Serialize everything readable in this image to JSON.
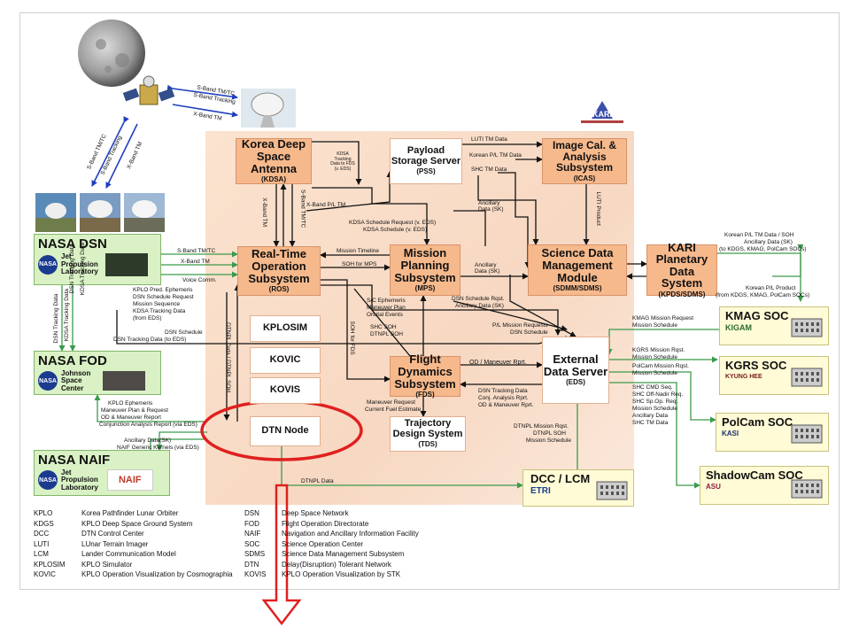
{
  "colors": {
    "orange_box": "#f6b98c",
    "kari_background": "#f9dcc8",
    "nasa_box": "#d9f1c4",
    "soc_box": "#fffbd6",
    "highlight_ellipse": "#e0201f",
    "export_arrow": "#e0201f"
  },
  "icons": [
    "moon-image",
    "kplo-spacecraft-image",
    "kari-logo",
    "deep-space-antenna-image",
    "nasa-logo",
    "naif-logo",
    "kmag-logo",
    "khu-logo",
    "kasi-logo",
    "asu-logo",
    "etri-logo",
    "building-icon"
  ],
  "kari_logo_text": "KARI",
  "links": {
    "sband_tmtc_top": "S-Band TM/TC",
    "sband_tracking_top": "S-Band Tracking",
    "xband_tm_top": "X-Band TM",
    "sband_tmtc_diag": "S-Band TM/TC",
    "sband_tracking_diag": "S-Band Tracking",
    "xband_tm_diag": "X-Band TM",
    "luti_tm_data": "LUTI TM Data",
    "korean_pl_tm_data": "Korean P/L TM Data",
    "shc_tm_data": "SHC TM Data",
    "kdsa_tracking": "KDSA Tracking Data to FDS (v. EDS)",
    "xband_tm_vert": "X-Band TM",
    "sband_tmtc_vert": "S-Band TM/TC",
    "xband_pl_tm": "X-Band P/L TM",
    "ancillary_data_sk_1": "Ancillary Data (SK)",
    "luti_product": "LUTI Product",
    "kdsa_schedule_request": "KDSA Schedule Request (v. EDS)",
    "kdsa_schedule": "KDSA Schedule (v. EDS)",
    "mission_timeline": "Mission Timeline",
    "soh_for_mps": "SOH for MPS",
    "ancillary_data_sk_2": "Ancillary Data (SK)",
    "sband_tmtc_dsn": "S-Band TM/TC",
    "xband_tm_dsn": "X-Band TM",
    "voice_comm": "Voice Comm.",
    "kplo_pred_ephemeris": "KPLO Pred. Ephemeris",
    "dsn_schedule_request": "DSN Schedule Request",
    "mission_sequence": "Mission Sequence",
    "kdsa_tracking_data": "KDSA Tracking Data",
    "from_eds": "(from EDS)",
    "dsn_schedule": "DSN Schedule",
    "dsn_tracking_data_to_eds": "DSN Tracking Data (to EDS)",
    "dsn_schedule_rqst": "DSN Schedule Rqst.",
    "ancillary_data_sk_3": "Ancillary Data (SK)",
    "sc_ephemeris": "S/C Ephemeris",
    "maneuver_plan": "Maneuver Plan",
    "orbital_events": "Orbital Events",
    "pl_mission_requests": "P/L Mission Requests",
    "dsn_schedule_2": "DSN Schedule",
    "shc_soh": "SHC SOH",
    "dtnpl_soh": "DTNPL SOH",
    "soh_for_fds": "SOH for FDS",
    "dtnpl_data_dtnpl_soh": "DTNPL Data / DTNPL SOH",
    "od_maneuver_rprt": "OD / Maneuver Rprt.",
    "dsn_tracking_data": "DSN Tracking Data",
    "conj_analysis_rprt": "Conj. Analysis Rprt.",
    "od_maneuver_rprt_2": "OD & Maneuver Rprt.",
    "maneuver_request": "Maneuver Request",
    "current_fuel_estimate": "Current Fuel Estimate",
    "dsn_tracking_data_vert": "DSN Tracking Data",
    "kdsa_tracking_data_vert": "KDSA Tracking Data",
    "kplo_ephemeris": "KPLO Ephemeris",
    "maneuver_plan_request": "Maneuver Plan & Request",
    "od_maneuver_report": "OD & Maneuver Report",
    "conj_analysis_report": "Conjunction Analysis Report (via EDS)",
    "ancillary_data_sk_4": "Ancillary Data(SK)",
    "naif_generic_kernels": "NAIF Generic Kernels (via EDS)",
    "dtnpl_mission_rqst": "DTNPL Mission Rqst.",
    "dtnpl_soh_2": "DTNPL SOH",
    "mission_schedule": "Mission Schedule",
    "dtnpl_data": "DTNPL Data",
    "korean_pl_tm_soh": "Korean P/L TM Data / SOH",
    "ancillary_data_sk_5": "Ancillary Data (SK)",
    "to_kdgs": "(to KDGS, KMAG, PolCam SOCs)",
    "korean_pl_product": "Korean P/L Product",
    "from_kdgs": "(from KDGS, KMAG, PolCam SOCs)",
    "kmag_mission_request": "KMAG Mission Request",
    "mission_schedule_2": "Mission Schedule",
    "kgrs_mission_rqst": "KGRS Mission Rqst.",
    "mission_schedule_3": "Mission Schedule",
    "polcam_mission_rqst": "PolCam Mission Rqst.",
    "mission_schedule_4": "Mission Schedule",
    "shc_cmd_seq": "SHC CMD Seq.",
    "shc_off_nadir_req": "SHC Off-Nadir Req.",
    "shc_sp_op_req": "SHC Sp.Op. Req.",
    "mission_schedule_5": "Mission Schedule",
    "ancillary_data": "Ancillary Data",
    "shc_tm_data_2": "SHC TM Data"
  },
  "nodes": {
    "kdsa": {
      "title": "Korea Deep Space Antenna",
      "abbr": "(KDSA)"
    },
    "pss": {
      "title": "Payload Storage Server",
      "abbr": "(PSS)"
    },
    "icas": {
      "title": "Image Cal. & Analysis Subsystem",
      "abbr": "(ICAS)"
    },
    "ros": {
      "title": "Real-Time Operation Subsystem",
      "abbr": "(ROS)"
    },
    "mps": {
      "title": "Mission Planning Subsystem",
      "abbr": "(MPS)"
    },
    "sdms": {
      "title": "Science Data Management Module",
      "abbr": "(SDMM/SDMS)"
    },
    "kpds": {
      "title": "KARI Planetary Data System",
      "abbr": "(KPDS/SDMS)"
    },
    "kplosim": {
      "title": "KPLOSIM"
    },
    "kovic": {
      "title": "KOVIC"
    },
    "kovis": {
      "title": "KOVIS"
    },
    "fds": {
      "title": "Flight Dynamics Subsystem",
      "abbr": "(FDS)"
    },
    "eds": {
      "title": "External Data Server",
      "abbr": "(EDS)"
    },
    "tds": {
      "title": "Trajectory Design System",
      "abbr": "(TDS)"
    },
    "dtn": {
      "title": "DTN Node"
    },
    "nasa_dsn": {
      "title": "NASA DSN",
      "sub1": "Jet",
      "sub2": "Propulsion",
      "sub3": "Laboratory"
    },
    "nasa_fod": {
      "title": "NASA FOD",
      "sub1": "Johnson",
      "sub2": "Space",
      "sub3": "Center"
    },
    "nasa_naif": {
      "title": "NASA NAIF",
      "sub1": "Jet",
      "sub2": "Propulsion",
      "sub3": "Laboratory",
      "logo": "NAIF"
    },
    "dcc": {
      "title": "DCC / LCM",
      "logo": "ETRI"
    },
    "kmag_soc": {
      "title": "KMAG SOC",
      "logo": "KIGAM"
    },
    "kgrs_soc": {
      "title": "KGRS SOC",
      "logo": "KYUNG HEE"
    },
    "polcam_soc": {
      "title": "PolCam SOC",
      "logo": "KASI"
    },
    "shadowcam_soc": {
      "title": "ShadowCam SOC",
      "logo": "ASU"
    }
  },
  "nasa_logo_text": "NASA",
  "legend": {
    "left": [
      {
        "abbr": "KPLO",
        "desc": "Korea Pathfinder Lunar Orbiter"
      },
      {
        "abbr": "KDGS",
        "desc": "KPLO Deep Space Ground System"
      },
      {
        "abbr": "DCC",
        "desc": "DTN Control Center"
      },
      {
        "abbr": "LUTI",
        "desc": "LUnar Terrain Imager"
      },
      {
        "abbr": "LCM",
        "desc": "Lander Communication Model"
      },
      {
        "abbr": "KPLOSIM",
        "desc": "KPLO Simulator"
      },
      {
        "abbr": "KOVIC",
        "desc": "KPLO Operation Visualization by Cosmographia"
      }
    ],
    "right": [
      {
        "abbr": "DSN",
        "desc": "Deep Space Network"
      },
      {
        "abbr": "FOD",
        "desc": "Flight Operation Directorate"
      },
      {
        "abbr": "NAIF",
        "desc": "Navigation and Ancillary Information Facility"
      },
      {
        "abbr": "SOC",
        "desc": "Science Operation Center"
      },
      {
        "abbr": "SDMS",
        "desc": "Science Data Management Subsystem"
      },
      {
        "abbr": "DTN",
        "desc": "Delay(Disruption) Tolerant Network"
      },
      {
        "abbr": "KOVIS",
        "desc": "KPLO Operation Visualization by STK"
      }
    ]
  }
}
